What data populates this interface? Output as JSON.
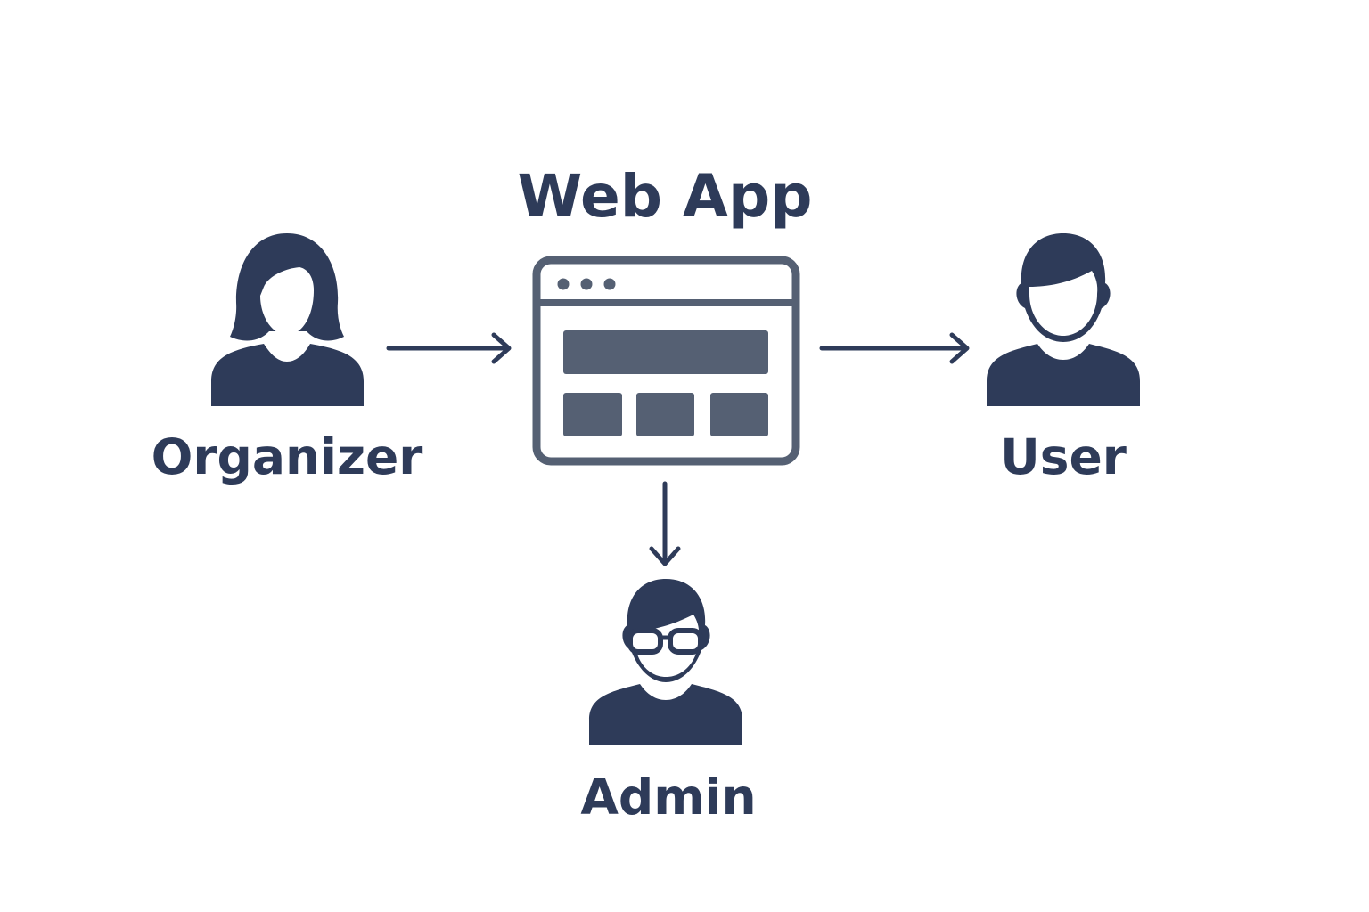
{
  "diagram": {
    "title": "Web App",
    "nodes": {
      "organizer": {
        "label": "Organizer",
        "icon": "organizer-person-icon"
      },
      "user": {
        "label": "User",
        "icon": "user-person-icon"
      },
      "admin": {
        "label": "Admin",
        "icon": "admin-person-with-glasses-icon"
      },
      "webapp": {
        "icon": "browser-window-icon"
      }
    },
    "edges": [
      {
        "from": "organizer",
        "to": "webapp"
      },
      {
        "from": "webapp",
        "to": "user"
      },
      {
        "from": "webapp",
        "to": "admin"
      }
    ]
  },
  "colors": {
    "person": "#2e3b59",
    "window": "#556073",
    "arrow": "#2e3b59",
    "text": "#2e3b59"
  }
}
